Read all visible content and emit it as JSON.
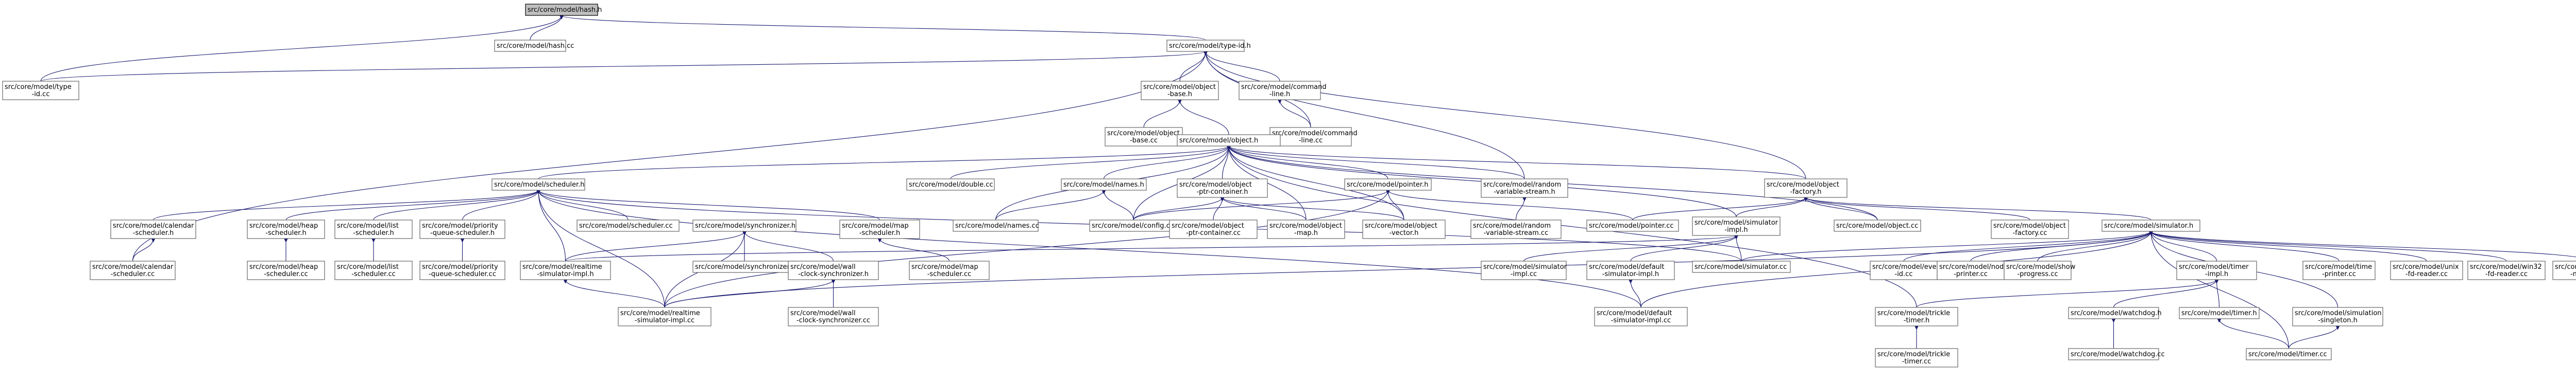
{
  "nodes": [
    {
      "id": "hash_h",
      "lines": [
        "src/core/model/hash.h"
      ],
      "root": true
    },
    {
      "id": "hash_cc",
      "lines": [
        "src/core/model/hash.cc"
      ]
    },
    {
      "id": "typeid_h",
      "lines": [
        "src/core/model/type-id.h"
      ]
    },
    {
      "id": "typeid_cc",
      "lines": [
        "src/core/model/type",
        "-id.cc"
      ]
    },
    {
      "id": "objbase_h",
      "lines": [
        "src/core/model/object",
        "-base.h"
      ]
    },
    {
      "id": "cmdline_h",
      "lines": [
        "src/core/model/command",
        "-line.h"
      ]
    },
    {
      "id": "objbase_cc",
      "lines": [
        "src/core/model/object",
        "-base.cc"
      ]
    },
    {
      "id": "cmdline_cc",
      "lines": [
        "src/core/model/command",
        "-line.cc"
      ]
    },
    {
      "id": "object_h",
      "lines": [
        "src/core/model/object.h"
      ]
    },
    {
      "id": "scheduler_h",
      "lines": [
        "src/core/model/scheduler.h"
      ]
    },
    {
      "id": "double_cc",
      "lines": [
        "src/core/model/double.cc"
      ]
    },
    {
      "id": "names_h",
      "lines": [
        "src/core/model/names.h"
      ]
    },
    {
      "id": "ptrcont_h",
      "lines": [
        "src/core/model/object",
        "-ptr-container.h"
      ]
    },
    {
      "id": "pointer_h",
      "lines": [
        "src/core/model/pointer.h"
      ]
    },
    {
      "id": "rvs_h",
      "lines": [
        "src/core/model/random",
        "-variable-stream.h"
      ]
    },
    {
      "id": "objfact_h",
      "lines": [
        "src/core/model/object",
        "-factory.h"
      ]
    },
    {
      "id": "calsched_h",
      "lines": [
        "src/core/model/calendar",
        "-scheduler.h"
      ]
    },
    {
      "id": "heapsched_h",
      "lines": [
        "src/core/model/heap",
        "-scheduler.h"
      ]
    },
    {
      "id": "listsched_h",
      "lines": [
        "src/core/model/list",
        "-scheduler.h"
      ]
    },
    {
      "id": "prioq_h",
      "lines": [
        "src/core/model/priority",
        "-queue-scheduler.h"
      ]
    },
    {
      "id": "scheduler_cc",
      "lines": [
        "src/core/model/scheduler.cc"
      ]
    },
    {
      "id": "sync_h",
      "lines": [
        "src/core/model/synchronizer.h"
      ]
    },
    {
      "id": "mapsched_h",
      "lines": [
        "src/core/model/map",
        "-scheduler.h"
      ]
    },
    {
      "id": "names_cc",
      "lines": [
        "src/core/model/names.cc"
      ]
    },
    {
      "id": "config_cc",
      "lines": [
        "src/core/model/config.cc"
      ]
    },
    {
      "id": "ptrcont_cc",
      "lines": [
        "src/core/model/object",
        "-ptr-container.cc"
      ]
    },
    {
      "id": "objmap_cc",
      "lines": [
        "src/core/model/object",
        "-map.h"
      ]
    },
    {
      "id": "objvec_cc",
      "lines": [
        "src/core/model/object",
        "-vector.h"
      ]
    },
    {
      "id": "rvs_cc",
      "lines": [
        "src/core/model/random",
        "-variable-stream.cc"
      ]
    },
    {
      "id": "pointer_cc",
      "lines": [
        "src/core/model/pointer.cc"
      ]
    },
    {
      "id": "simimpl_h",
      "lines": [
        "src/core/model/simulator",
        "-impl.h"
      ]
    },
    {
      "id": "object_cc",
      "lines": [
        "src/core/model/object.cc"
      ]
    },
    {
      "id": "objfact_cc",
      "lines": [
        "src/core/model/object",
        "-factory.cc"
      ]
    },
    {
      "id": "simulator_h",
      "lines": [
        "src/core/model/simulator.h"
      ]
    },
    {
      "id": "calsched_cc",
      "lines": [
        "src/core/model/calendar",
        "-scheduler.cc"
      ]
    },
    {
      "id": "heapsched_cc",
      "lines": [
        "src/core/model/heap",
        "-scheduler.cc"
      ]
    },
    {
      "id": "listsched_cc",
      "lines": [
        "src/core/model/list",
        "-scheduler.cc"
      ]
    },
    {
      "id": "prioq_cc",
      "lines": [
        "src/core/model/priority",
        "-queue-scheduler.cc"
      ]
    },
    {
      "id": "rtsimimpl_h",
      "lines": [
        "src/core/model/realtime",
        "-simulator-impl.h"
      ]
    },
    {
      "id": "sync_cc",
      "lines": [
        "src/core/model/synchronizer.cc"
      ]
    },
    {
      "id": "wallsync_h",
      "lines": [
        "src/core/model/wall",
        "-clock-synchronizer.h"
      ]
    },
    {
      "id": "mapsched_cc",
      "lines": [
        "src/core/model/map",
        "-scheduler.cc"
      ]
    },
    {
      "id": "simimpl_cc",
      "lines": [
        "src/core/model/simulator",
        "-impl.cc"
      ]
    },
    {
      "id": "defsimimpl_h",
      "lines": [
        "src/core/model/default",
        "-simulator-impl.h"
      ]
    },
    {
      "id": "simulator_cc",
      "lines": [
        "src/core/model/simulator.cc"
      ]
    },
    {
      "id": "eventid_cc",
      "lines": [
        "src/core/model/event",
        "-id.cc"
      ]
    },
    {
      "id": "nodeprint_cc",
      "lines": [
        "src/core/model/node",
        "-printer.cc"
      ]
    },
    {
      "id": "showprog_cc",
      "lines": [
        "src/core/model/show",
        "-progress.cc"
      ]
    },
    {
      "id": "timerimpl_h",
      "lines": [
        "src/core/model/timer",
        "-impl.h"
      ]
    },
    {
      "id": "timeprint_cc",
      "lines": [
        "src/core/model/time",
        "-printer.cc"
      ]
    },
    {
      "id": "fdreader_cc",
      "lines": [
        "src/core/model/unix",
        "-fd-reader.cc"
      ]
    },
    {
      "id": "win32fd_cc",
      "lines": [
        "src/core/model/win32",
        "-fd-reader.cc"
      ]
    },
    {
      "id": "desmet_cc",
      "lines": [
        "src/core/model/des",
        "-metrics.cc"
      ]
    },
    {
      "id": "rtsimimpl_cc",
      "lines": [
        "src/core/model/realtime",
        "-simulator-impl.cc"
      ]
    },
    {
      "id": "wallsync_cc",
      "lines": [
        "src/core/model/wall",
        "-clock-synchronizer.cc"
      ]
    },
    {
      "id": "defsimimpl_cc",
      "lines": [
        "src/core/model/default",
        "-simulator-impl.cc"
      ]
    },
    {
      "id": "trickle_h",
      "lines": [
        "src/core/model/trickle",
        "-timer.h"
      ]
    },
    {
      "id": "watchdog_h",
      "lines": [
        "src/core/model/watchdog.h"
      ]
    },
    {
      "id": "timer_h",
      "lines": [
        "src/core/model/timer.h"
      ]
    },
    {
      "id": "simsing_h",
      "lines": [
        "src/core/model/simulation",
        "-singleton.h"
      ]
    },
    {
      "id": "trickle_cc",
      "lines": [
        "src/core/model/trickle",
        "-timer.cc"
      ]
    },
    {
      "id": "watchdog_cc",
      "lines": [
        "src/core/model/watchdog.cc"
      ]
    },
    {
      "id": "timer_cc",
      "lines": [
        "src/core/model/timer.cc"
      ]
    }
  ],
  "edges": [
    [
      "hash_h",
      "hash_cc"
    ],
    [
      "hash_h",
      "typeid_h"
    ],
    [
      "hash_h",
      "typeid_cc"
    ],
    [
      "typeid_h",
      "typeid_cc"
    ],
    [
      "typeid_h",
      "objbase_h"
    ],
    [
      "typeid_h",
      "cmdline_h"
    ],
    [
      "typeid_h",
      "rvs_h"
    ],
    [
      "typeid_h",
      "objfact_h"
    ],
    [
      "typeid_h",
      "cmdline_cc"
    ],
    [
      "typeid_h",
      "calsched_cc"
    ],
    [
      "objbase_h",
      "objbase_cc"
    ],
    [
      "objbase_h",
      "object_h"
    ],
    [
      "cmdline_h",
      "cmdline_cc"
    ],
    [
      "object_h",
      "scheduler_h"
    ],
    [
      "object_h",
      "double_cc"
    ],
    [
      "object_h",
      "names_h"
    ],
    [
      "object_h",
      "ptrcont_h"
    ],
    [
      "object_h",
      "pointer_h"
    ],
    [
      "object_h",
      "rvs_h"
    ],
    [
      "object_h",
      "objfact_h"
    ],
    [
      "object_h",
      "config_cc"
    ],
    [
      "object_h",
      "names_cc"
    ],
    [
      "object_h",
      "objmap_cc"
    ],
    [
      "object_h",
      "objvec_cc"
    ],
    [
      "object_h",
      "object_cc"
    ],
    [
      "object_h",
      "simimpl_h"
    ],
    [
      "object_h",
      "trickle_h"
    ],
    [
      "scheduler_h",
      "calsched_h"
    ],
    [
      "scheduler_h",
      "heapsched_h"
    ],
    [
      "scheduler_h",
      "listsched_h"
    ],
    [
      "scheduler_h",
      "prioq_h"
    ],
    [
      "scheduler_h",
      "scheduler_cc"
    ],
    [
      "scheduler_h",
      "mapsched_h"
    ],
    [
      "scheduler_h",
      "rtsimimpl_h"
    ],
    [
      "scheduler_h",
      "defsimimpl_cc"
    ],
    [
      "scheduler_h",
      "simulator_cc"
    ],
    [
      "scheduler_h",
      "rtsimimpl_cc"
    ],
    [
      "calsched_h",
      "calsched_cc"
    ],
    [
      "heapsched_h",
      "heapsched_cc"
    ],
    [
      "listsched_h",
      "listsched_cc"
    ],
    [
      "prioq_h",
      "prioq_cc"
    ],
    [
      "mapsched_h",
      "mapsched_cc"
    ],
    [
      "names_h",
      "names_cc"
    ],
    [
      "names_h",
      "config_cc"
    ],
    [
      "ptrcont_h",
      "ptrcont_cc"
    ],
    [
      "ptrcont_h",
      "objmap_cc"
    ],
    [
      "ptrcont_h",
      "objvec_cc"
    ],
    [
      "ptrcont_h",
      "config_cc"
    ],
    [
      "pointer_h",
      "pointer_cc"
    ],
    [
      "pointer_h",
      "config_cc"
    ],
    [
      "pointer_h",
      "objvec_cc"
    ],
    [
      "pointer_h",
      "rtsimimpl_cc"
    ],
    [
      "rvs_h",
      "rvs_cc"
    ],
    [
      "objfact_h",
      "objfact_cc"
    ],
    [
      "objfact_h",
      "object_cc"
    ],
    [
      "objfact_h",
      "simulator_h"
    ],
    [
      "objfact_h",
      "simimpl_h"
    ],
    [
      "objfact_h",
      "pointer_cc"
    ],
    [
      "sync_h",
      "sync_cc"
    ],
    [
      "sync_h",
      "wallsync_h"
    ],
    [
      "sync_h",
      "rtsimimpl_h"
    ],
    [
      "sync_h",
      "rtsimimpl_cc"
    ],
    [
      "wallsync_h",
      "wallsync_cc"
    ],
    [
      "wallsync_h",
      "rtsimimpl_cc"
    ],
    [
      "rtsimimpl_h",
      "rtsimimpl_cc"
    ],
    [
      "simimpl_h",
      "simimpl_cc"
    ],
    [
      "simimpl_h",
      "defsimimpl_h"
    ],
    [
      "simimpl_h",
      "simulator_cc"
    ],
    [
      "simimpl_h",
      "rtsimimpl_h"
    ],
    [
      "defsimimpl_h",
      "defsimimpl_cc"
    ],
    [
      "simulator_h",
      "simulator_cc"
    ],
    [
      "simulator_h",
      "eventid_cc"
    ],
    [
      "simulator_h",
      "nodeprint_cc"
    ],
    [
      "simulator_h",
      "showprog_cc"
    ],
    [
      "simulator_h",
      "timerimpl_h"
    ],
    [
      "simulator_h",
      "timeprint_cc"
    ],
    [
      "simulator_h",
      "fdreader_cc"
    ],
    [
      "simulator_h",
      "win32fd_cc"
    ],
    [
      "simulator_h",
      "desmet_cc"
    ],
    [
      "simulator_h",
      "simsing_h"
    ],
    [
      "simulator_h",
      "timer_cc"
    ],
    [
      "simulator_h",
      "rtsimimpl_cc"
    ],
    [
      "simulator_h",
      "defsimimpl_cc"
    ],
    [
      "timerimpl_h",
      "trickle_h"
    ],
    [
      "timerimpl_h",
      "watchdog_h"
    ],
    [
      "timerimpl_h",
      "timer_h"
    ],
    [
      "trickle_h",
      "trickle_cc"
    ],
    [
      "watchdog_h",
      "watchdog_cc"
    ],
    [
      "timer_h",
      "timer_cc"
    ],
    [
      "simsing_h",
      "timer_cc"
    ]
  ]
}
